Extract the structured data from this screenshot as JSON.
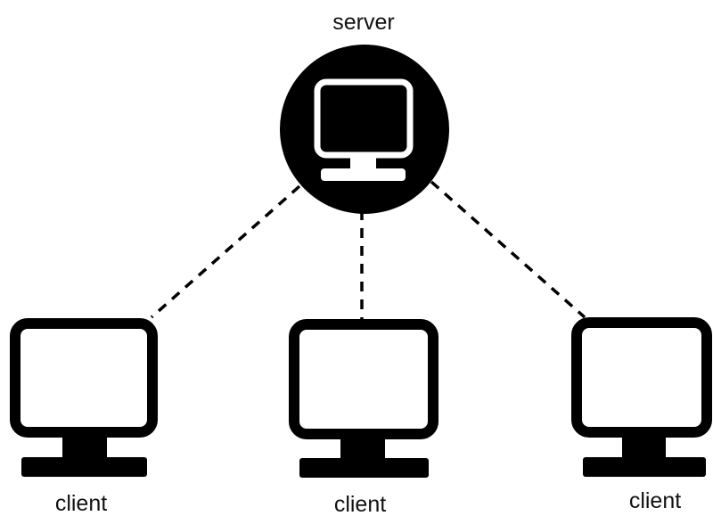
{
  "server": {
    "label": "server",
    "icon": "computer-monitor-icon"
  },
  "clients": [
    {
      "label": "client",
      "icon": "computer-monitor-icon"
    },
    {
      "label": "client",
      "icon": "computer-monitor-icon"
    },
    {
      "label": "client",
      "icon": "computer-monitor-icon"
    }
  ],
  "connections": [
    {
      "from": "server",
      "to": "client-1",
      "style": "dashed"
    },
    {
      "from": "server",
      "to": "client-2",
      "style": "dashed"
    },
    {
      "from": "server",
      "to": "client-3",
      "style": "dashed"
    }
  ],
  "colors": {
    "background": "#ffffff",
    "ink": "#000000"
  }
}
